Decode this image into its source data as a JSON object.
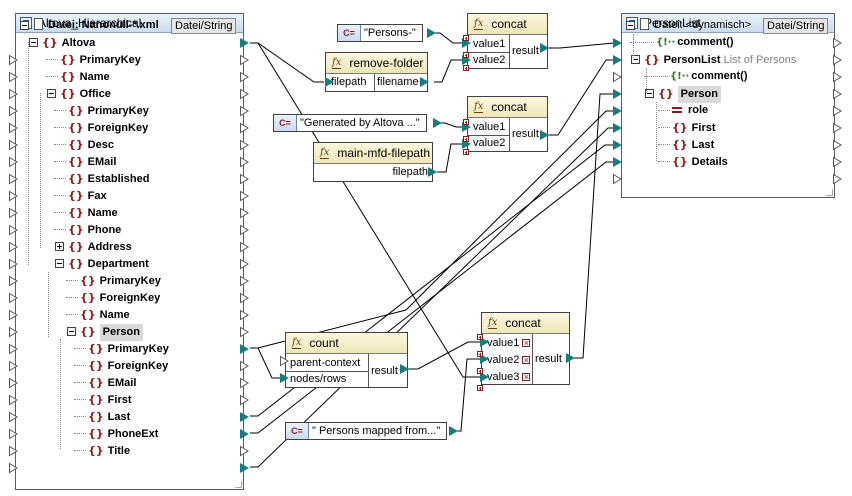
{
  "source": {
    "title": "Altova_Hierarchical",
    "file_label": "Datei: Nanonull-*.xml",
    "file_button": "Datei/String",
    "items": [
      {
        "label": "Altova",
        "kind": "element",
        "toggle": "minus",
        "connected": false
      },
      {
        "label": "PrimaryKey",
        "kind": "element",
        "connected": false
      },
      {
        "label": "Name",
        "kind": "element",
        "connected": false
      },
      {
        "label": "Office",
        "kind": "element",
        "toggle": "minus",
        "connected": false
      },
      {
        "label": "PrimaryKey",
        "kind": "element",
        "connected": false
      },
      {
        "label": "ForeignKey",
        "kind": "element",
        "connected": false
      },
      {
        "label": "Desc",
        "kind": "element",
        "connected": false
      },
      {
        "label": "EMail",
        "kind": "element",
        "connected": false
      },
      {
        "label": "Established",
        "kind": "element",
        "connected": false
      },
      {
        "label": "Fax",
        "kind": "element",
        "connected": false
      },
      {
        "label": "Name",
        "kind": "element",
        "connected": false
      },
      {
        "label": "Phone",
        "kind": "element",
        "connected": false
      },
      {
        "label": "Address",
        "kind": "element",
        "toggle": "plus",
        "connected": false
      },
      {
        "label": "Department",
        "kind": "element",
        "toggle": "minus",
        "connected": false
      },
      {
        "label": "PrimaryKey",
        "kind": "element",
        "connected": false
      },
      {
        "label": "ForeignKey",
        "kind": "element",
        "connected": false
      },
      {
        "label": "Name",
        "kind": "element",
        "connected": false
      },
      {
        "label": "Person",
        "kind": "element",
        "toggle": "minus",
        "connected": true,
        "selected": true
      },
      {
        "label": "PrimaryKey",
        "kind": "element",
        "connected": false
      },
      {
        "label": "ForeignKey",
        "kind": "element",
        "connected": false
      },
      {
        "label": "EMail",
        "kind": "element",
        "connected": false
      },
      {
        "label": "First",
        "kind": "element",
        "connected": true
      },
      {
        "label": "Last",
        "kind": "element",
        "connected": true
      },
      {
        "label": "PhoneExt",
        "kind": "element",
        "connected": false
      },
      {
        "label": "Title",
        "kind": "element",
        "connected": true
      }
    ]
  },
  "target": {
    "title": "PersonList",
    "file_label": "Datei: <dynamisch>",
    "file_button": "Datei/String",
    "items": [
      {
        "label": "comment()",
        "kind": "comment"
      },
      {
        "label": "PersonList",
        "kind": "element",
        "annotation": "List of Persons"
      },
      {
        "label": "comment()",
        "kind": "comment"
      },
      {
        "label": "Person",
        "kind": "element",
        "selected": true
      },
      {
        "label": "role",
        "kind": "attribute"
      },
      {
        "label": "First",
        "kind": "element"
      },
      {
        "label": "Last",
        "kind": "element"
      },
      {
        "label": "Details",
        "kind": "element"
      }
    ]
  },
  "constants": {
    "persons": "\"Persons-\"",
    "generated": "\"Generated by Altova ...\"",
    "mapped": "\" Persons mapped from...\""
  },
  "functions": {
    "concat1": {
      "name": "concat",
      "inputs": [
        "value1",
        "value2"
      ],
      "output": "result"
    },
    "remove_folder": {
      "name": "remove-folder",
      "input": "filepath",
      "output": "filename"
    },
    "concat2": {
      "name": "concat",
      "inputs": [
        "value1",
        "value2"
      ],
      "output": "result"
    },
    "main_mfd": {
      "name": "main-mfd-filepath",
      "output": "filepath"
    },
    "count": {
      "name": "count",
      "inputs": [
        "parent-context",
        "nodes/rows"
      ],
      "output": "result"
    },
    "concat3": {
      "name": "concat",
      "inputs": [
        "value1",
        "value2",
        "value3"
      ],
      "output": "result"
    }
  },
  "icons": {
    "component": "schema-component-icon",
    "function": "fx-function-icon",
    "constant": "C= constant-icon",
    "element": "{}",
    "comment": "{!--",
    "attribute": "="
  }
}
